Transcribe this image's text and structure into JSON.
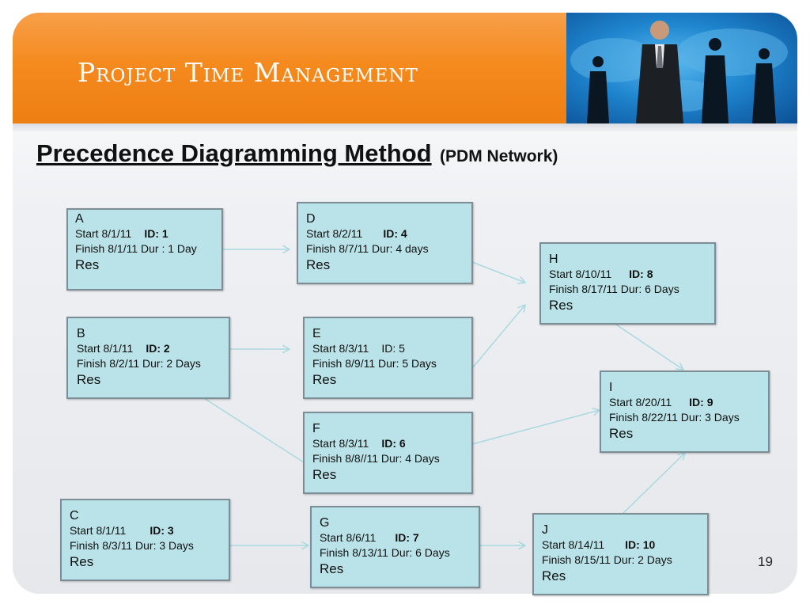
{
  "slide": {
    "title": "Project Time Management",
    "heading": "Precedence Diagramming Method",
    "subheading": "(PDM Network)",
    "page_number": "19"
  },
  "nodes": {
    "A": {
      "label": "A",
      "start": "Start 8/1/11",
      "id": "ID: 1",
      "finish": "Finish  8/1/11 Dur : 1 Day",
      "res": "Res"
    },
    "B": {
      "label": "B",
      "start": "Start 8/1/11",
      "id": "ID:  2",
      "finish": "Finish  8/2/11 Dur: 2 Days",
      "res": "Res"
    },
    "C": {
      "label": "C",
      "start": "Start 8/1/11",
      "id": "ID:  3",
      "finish": "Finish  8/3/11   Dur: 3 Days",
      "res": "Res"
    },
    "D": {
      "label": "D",
      "start": "Start 8/2/11",
      "id": "ID: 4",
      "finish": "Finish  8/7/11  Dur: 4 days",
      "res": "Res"
    },
    "E": {
      "label": "E",
      "start": "Start 8/3/11",
      "id": "ID: 5",
      "finish": "Finish  8/9/11  Dur: 5 Days",
      "res": "Res"
    },
    "F": {
      "label": "F",
      "start": "Start 8/3/11",
      "id": "ID:  6",
      "finish": "Finish  8/8//11  Dur: 4 Days",
      "res": "Res"
    },
    "G": {
      "label": "G",
      "start": "Start 8/6/11",
      "id": "ID:  7",
      "finish": "Finish  8/13/11 Dur: 6 Days",
      "res": "Res"
    },
    "H": {
      "label": "H",
      "start": "Start 8/10/11",
      "id": "ID: 8",
      "finish": "Finish  8/17/11 Dur: 6 Days",
      "res": "Res"
    },
    "I": {
      "label": "I",
      "start": "Start 8/20/11",
      "id": "ID: 9",
      "finish": "Finish  8/22/11 Dur: 3 Days",
      "res": "Res"
    },
    "J": {
      "label": "J",
      "start": "Start 8/14/11",
      "id": "ID:  10",
      "finish": "Finish  8/15/11  Dur: 2 Days",
      "res": "Res"
    }
  },
  "edges": [
    [
      "A",
      "D"
    ],
    [
      "B",
      "E"
    ],
    [
      "B",
      "F"
    ],
    [
      "C",
      "G"
    ],
    [
      "G",
      "J"
    ],
    [
      "D",
      "H"
    ],
    [
      "E",
      "H"
    ],
    [
      "H",
      "I"
    ],
    [
      "F",
      "I"
    ],
    [
      "J",
      "I"
    ]
  ],
  "colors": {
    "banner": "#f58a1f",
    "node_fill": "#b9e3e8",
    "arrow": "#a9d9e0"
  }
}
